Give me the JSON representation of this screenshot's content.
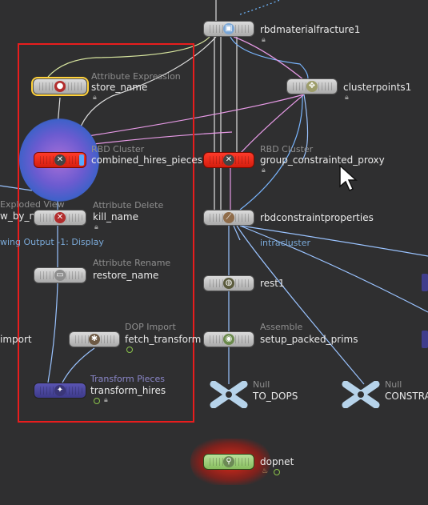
{
  "network": {
    "selection_box": "red-selection-rectangle",
    "nodes": {
      "rbdmaterialfracture1": {
        "name": "rbdmaterialfracture1"
      },
      "clusterpoints1": {
        "name": "clusterpoints1"
      },
      "store_name": {
        "type": "Attribute Expression",
        "name": "store_name"
      },
      "combined_hires": {
        "type": "RBD Cluster",
        "name": "combined_hires_pieces"
      },
      "group_constrainted": {
        "type": "RBD Cluster",
        "name": "group_constrainted_proxy"
      },
      "kill_name": {
        "type": "Attribute Delete",
        "name": "kill_name"
      },
      "exploded": {
        "type": "Exploded View",
        "name": "w_by_n"
      },
      "rbdconstraint": {
        "name": "rbdconstraintproperties"
      },
      "restore_name": {
        "type": "Attribute Rename",
        "name": "restore_name"
      },
      "rest1": {
        "name": "rest1"
      },
      "fetch_transform": {
        "type": "DOP Import",
        "name": "fetch_transform"
      },
      "import_left": {
        "name": "import"
      },
      "setup_packed": {
        "type": "Assemble",
        "name": "setup_packed_prims"
      },
      "transform_hires": {
        "type": "Transform Pieces",
        "name": "transform_hires"
      },
      "to_dops": {
        "type": "Null",
        "name": "TO_DOPS"
      },
      "constra": {
        "type": "Null",
        "name": "CONSTRA"
      },
      "dopnet": {
        "name": "dopnet"
      }
    },
    "wire_labels": {
      "display": "wing Output -1: Display",
      "intracluster": "intracluster"
    }
  },
  "colors": {
    "selection": "#e81d1d",
    "red_node": "#ff2e1c",
    "purple_node": "#4a46a0",
    "green_node": "#a6d37e",
    "highlight": "#ffd23b"
  }
}
